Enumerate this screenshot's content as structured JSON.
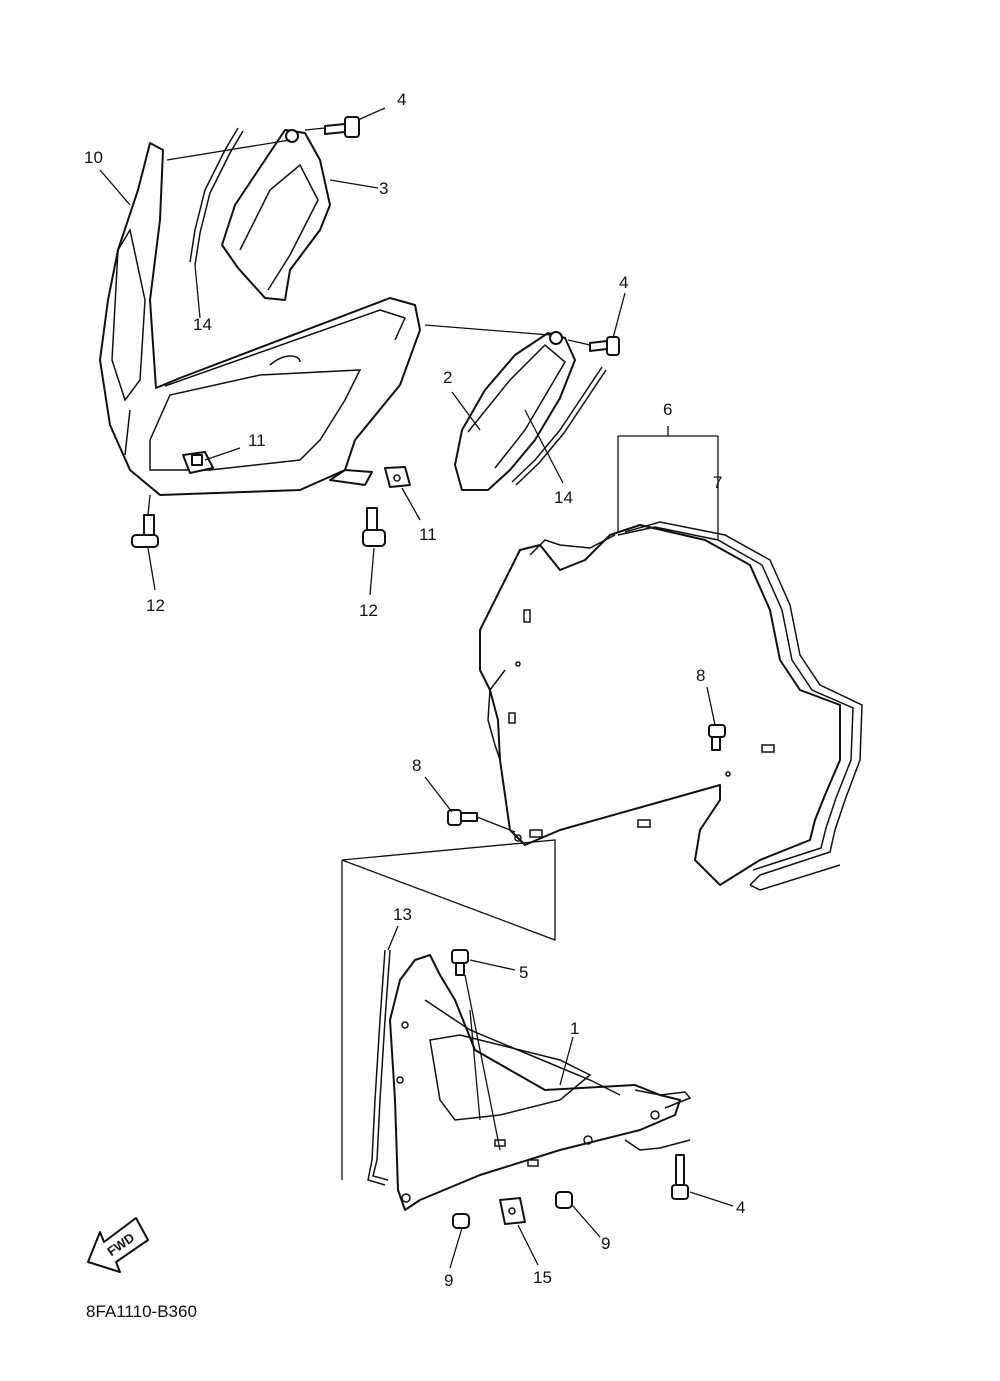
{
  "diagram": {
    "drawing_code": "8FA1110-B360",
    "fwd_label": "FWD",
    "callouts": {
      "c1": "1",
      "c2": "2",
      "c3": "3",
      "c4a": "4",
      "c4b": "4",
      "c4c": "4",
      "c5": "5",
      "c6": "6",
      "c7": "7",
      "c8a": "8",
      "c8b": "8",
      "c9a": "9",
      "c9b": "9",
      "c10": "10",
      "c11a": "11",
      "c11b": "11",
      "c12a": "12",
      "c12b": "12",
      "c13": "13",
      "c14a": "14",
      "c14b": "14",
      "c15": "15"
    }
  }
}
